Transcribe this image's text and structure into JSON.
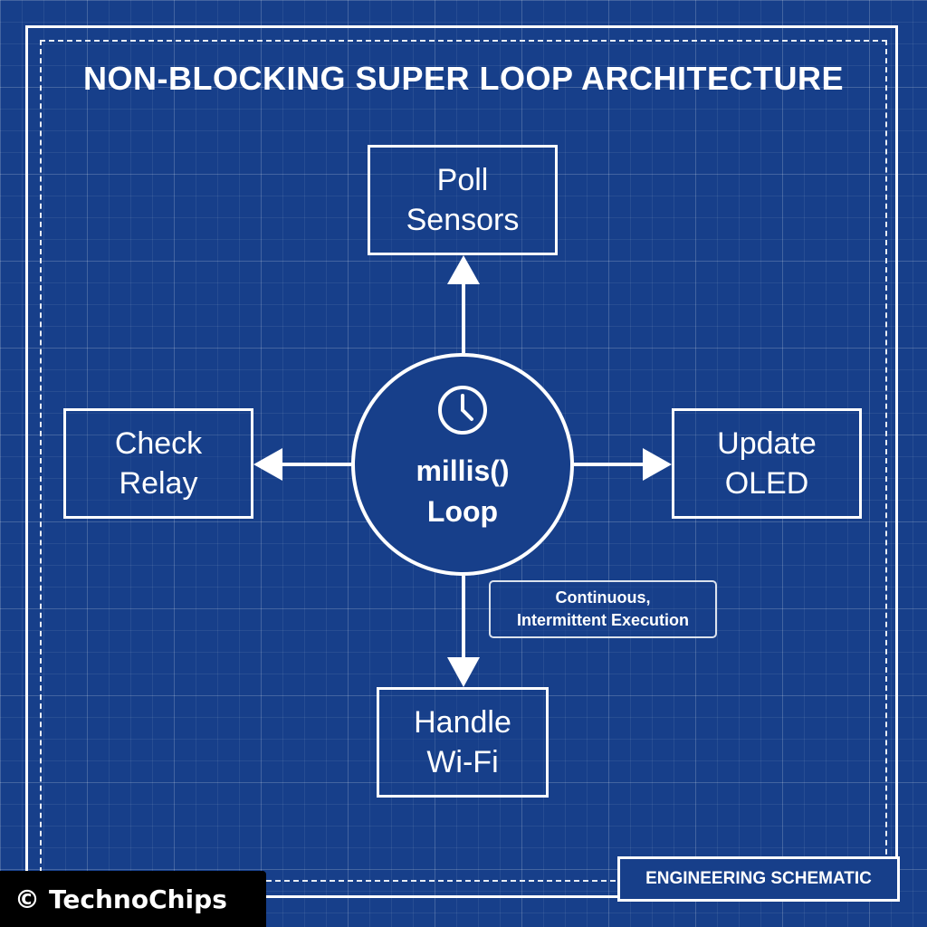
{
  "title": "NON-BLOCKING SUPER LOOP ARCHITECTURE",
  "hub": {
    "line1": "millis()",
    "line2": "Loop",
    "icon": "clock-icon"
  },
  "nodes": {
    "top": {
      "line1": "Poll",
      "line2": "Sensors"
    },
    "left": {
      "line1": "Check",
      "line2": "Relay"
    },
    "right": {
      "line1": "Update",
      "line2": "OLED"
    },
    "bottom": {
      "line1": "Handle",
      "line2": "Wi-Fi"
    }
  },
  "note": {
    "line1": "Continuous,",
    "line2": "Intermittent Execution"
  },
  "stamp": "ENGINEERING SCHEMATIC",
  "watermark": {
    "symbol": "©",
    "text": "TechnoChips"
  },
  "colors": {
    "background": "#173f8a",
    "lines": "#ffffff",
    "watermark_bg": "#000000"
  }
}
